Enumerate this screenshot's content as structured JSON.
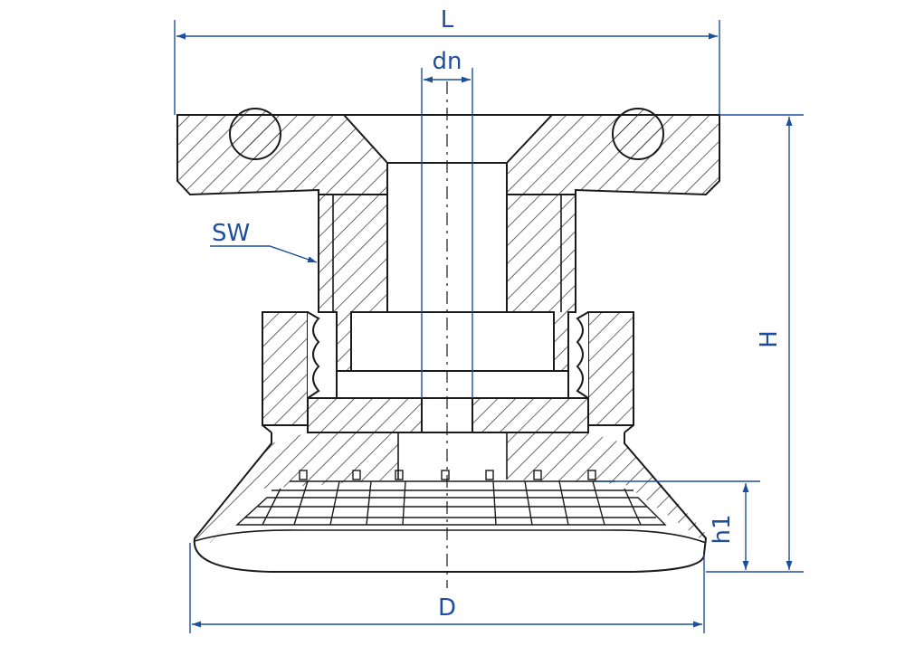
{
  "labels": {
    "length": "L",
    "nominal_diameter": "dn",
    "wrench_size": "SW",
    "height": "H",
    "lip_height": "h1",
    "diameter": "D"
  },
  "colors": {
    "outline": "#1a1a1a",
    "dimension": "#1f4e9a",
    "background": "#ffffff"
  }
}
